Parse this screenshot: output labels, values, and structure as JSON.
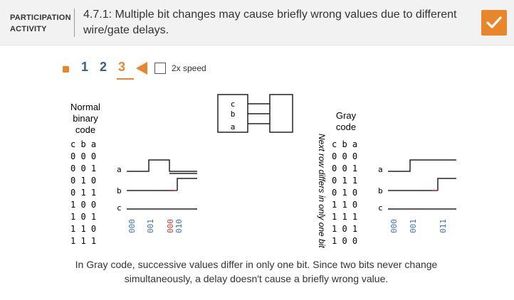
{
  "header": {
    "activity_label_line1": "PARTICIPATION",
    "activity_label_line2": "ACTIVITY",
    "title_line1": "4.7.1: Multiple bit changes may cause briefly wrong values due to different",
    "title_line2": "wire/gate delays.",
    "completed": true,
    "accent_color": "#e8862b"
  },
  "controls": {
    "steps": [
      "1",
      "2",
      "3"
    ],
    "active_step": "3",
    "speed_label": "2x speed",
    "speed_checked": false,
    "play_icon": "play-back-triangle-icon"
  },
  "gate": {
    "inputs": [
      "c",
      "b",
      "a"
    ]
  },
  "binary": {
    "title_lines": [
      "Normal",
      "binary",
      "code"
    ],
    "header": "c b a",
    "rows": [
      "0 0 0",
      "0 0 1",
      "0 1 0",
      "0 1 1",
      "1 0 0",
      "1 0 1",
      "1 1 0",
      "1 1 1"
    ],
    "signal_labels": [
      "a",
      "b",
      "c"
    ],
    "time_labels": [
      "000",
      "001",
      "000",
      "010"
    ],
    "glitch_label": "000"
  },
  "gray": {
    "title_lines": [
      "Gray",
      "code"
    ],
    "header": "c b a",
    "rows": [
      "0 0 0",
      "0 0 1",
      "0 1 1",
      "0 1 0",
      "1 1 0",
      "1 1 1",
      "1 0 1",
      "1 0 0"
    ],
    "side_note": "Next row differs in only one bit",
    "signal_labels": [
      "a",
      "b",
      "c"
    ],
    "time_labels": [
      "000",
      "001",
      "011"
    ]
  },
  "caption": {
    "line1": "In Gray code, successive values differ in only one bit. Since two bits never change",
    "line2": "simultaneously, a delay doesn't cause a briefly wrong value."
  }
}
